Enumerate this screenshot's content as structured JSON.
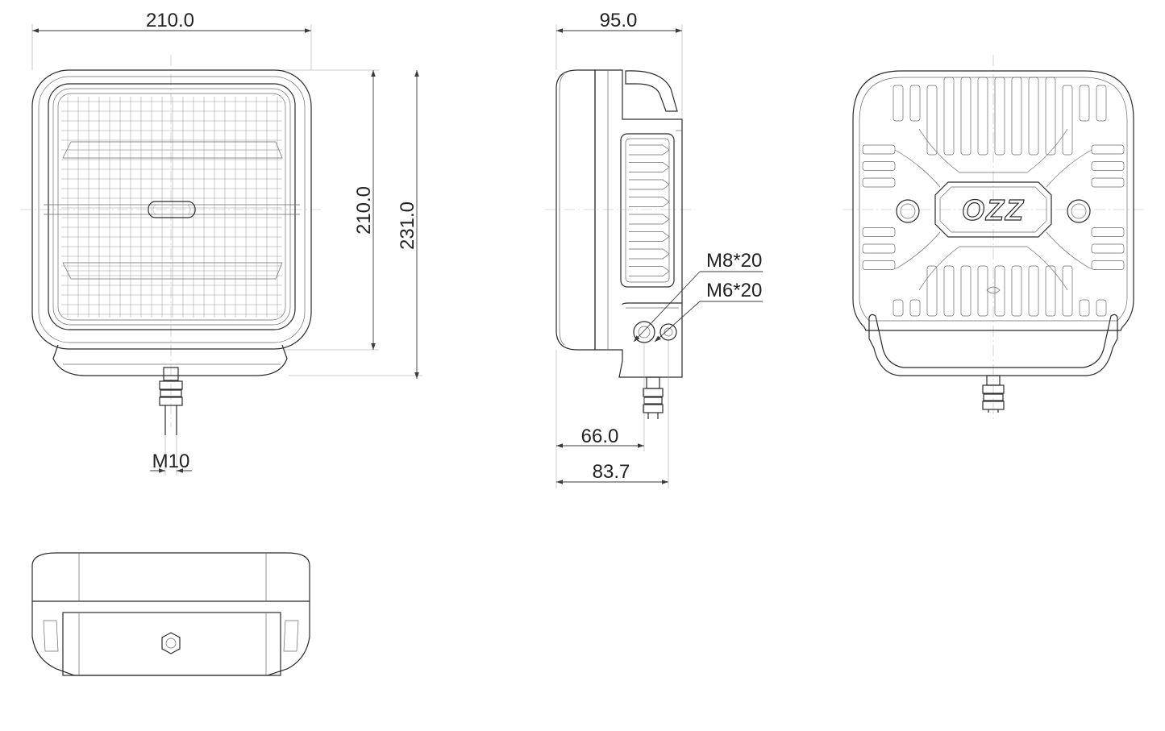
{
  "dimensions": {
    "front_width": "210.0",
    "front_height_lens": "210.0",
    "front_height_total": "231.0",
    "bolt_thread": "M10",
    "side_depth": "95.0",
    "side_bracket_offset": "66.0",
    "side_bolt_offset": "83.7",
    "screw_large": "M8*20",
    "screw_small": "M6*20"
  },
  "rear_view": {
    "logo_text": "OZZ"
  },
  "colors": {
    "line": "#2b2b2b",
    "dimension_text": "#222222",
    "background": "#ffffff"
  }
}
